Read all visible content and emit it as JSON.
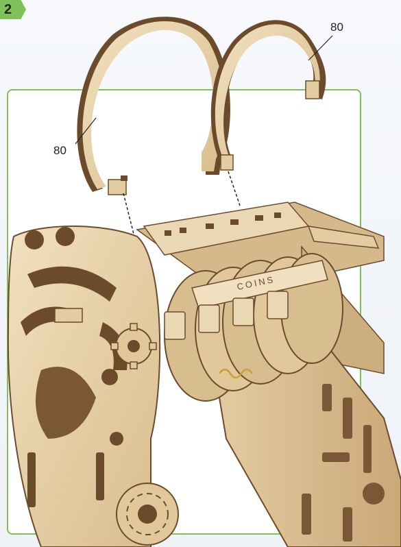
{
  "step": {
    "number": "2"
  },
  "illustration": {
    "part_callouts": [
      "80",
      "80"
    ],
    "engraving": "COINS"
  },
  "colors": {
    "accent_green": "#7fc25a",
    "wood_light": "#ead7b3",
    "wood_mid": "#d8bd8e",
    "wood_dark": "#8a6a44",
    "wood_shadow": "#5a4027"
  }
}
